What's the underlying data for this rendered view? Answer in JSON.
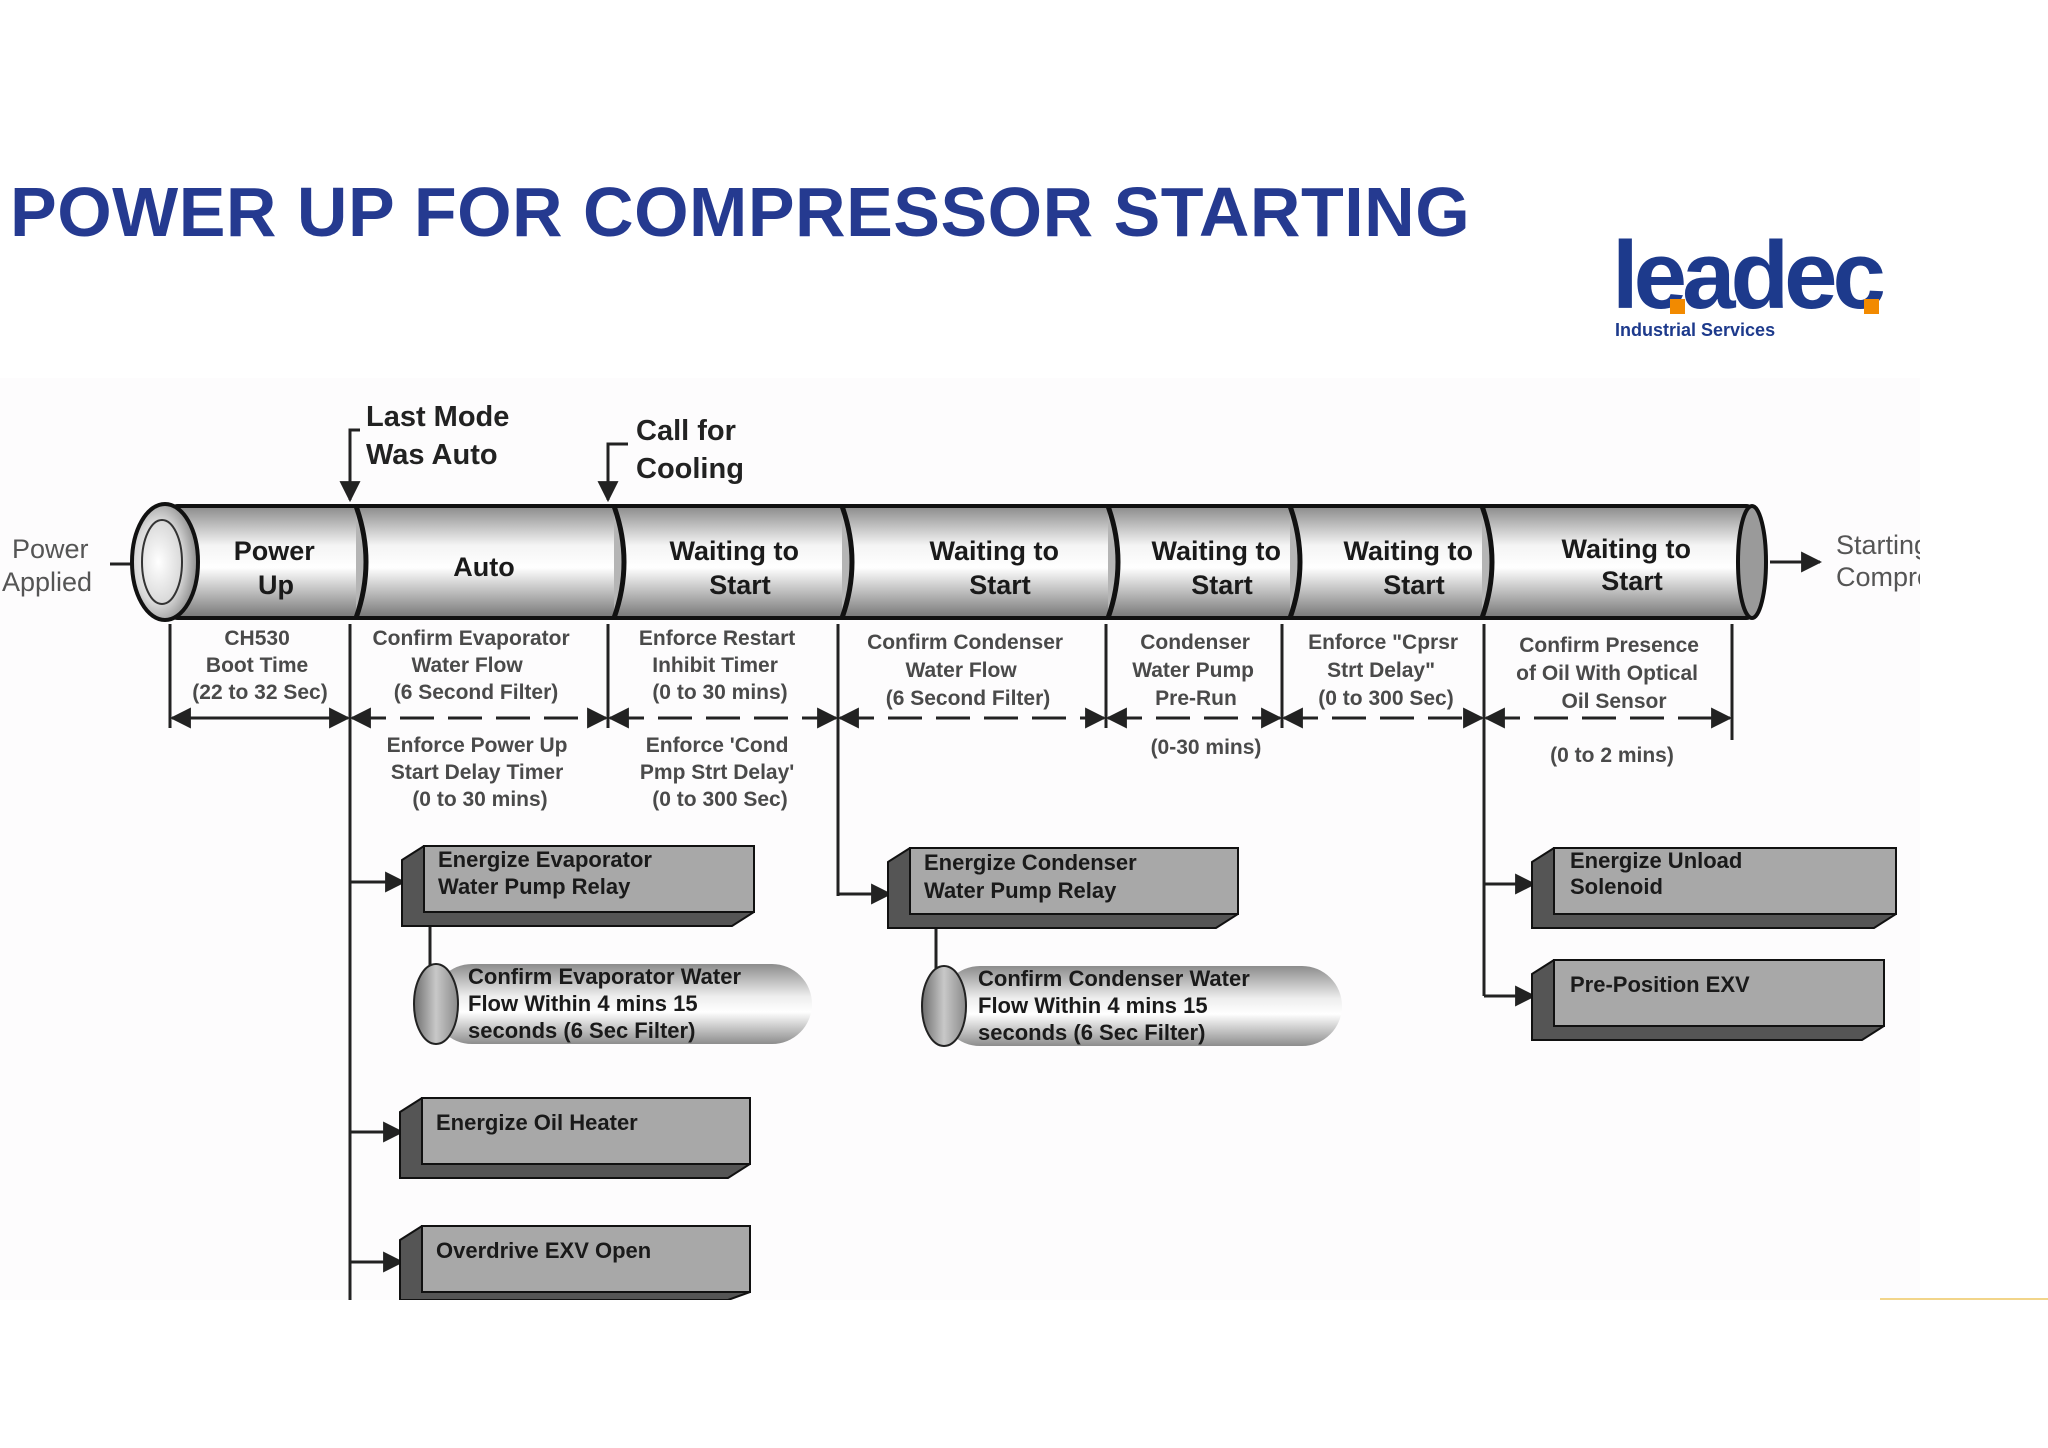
{
  "title": "POWER UP FOR COMPRESSOR STARTING",
  "logo": {
    "word": "leadec",
    "subtitle": "Industrial Services"
  },
  "colors": {
    "title": "#253a90",
    "logo": "#1d3a8c",
    "logo_accent": "#f28a00"
  },
  "triggers": {
    "last_mode": [
      "Last Mode",
      "Was Auto"
    ],
    "call_cooling": [
      "Call for",
      "Cooling"
    ]
  },
  "sides": {
    "power_applied": [
      "Power",
      "Applied"
    ],
    "starting_compressor": [
      "Starting",
      "Compressor"
    ]
  },
  "segments": [
    [
      "Power",
      "Up"
    ],
    [
      "Auto"
    ],
    [
      "Waiting to",
      "Start"
    ],
    [
      "Waiting to",
      "Start"
    ],
    [
      "Waiting to",
      "Start"
    ],
    [
      "Waiting to",
      "Start"
    ],
    [
      "Waiting to",
      "Start"
    ]
  ],
  "upper_annotations": [
    [
      "CH530",
      "Boot Time",
      "(22 to 32 Sec)"
    ],
    [
      "Confirm Evaporator",
      "Water Flow",
      "(6 Second Filter)"
    ],
    [
      "Enforce Restart",
      "Inhibit Timer",
      "(0 to 30 mins)"
    ],
    [
      "Confirm Condenser",
      "Water Flow",
      "(6 Second Filter)"
    ],
    [
      "Condenser",
      "Water Pump",
      "Pre-Run"
    ],
    [
      "Enforce \"Cprsr",
      "Strt Delay\"",
      "(0 to 300 Sec)"
    ],
    [
      "Confirm Presence",
      "of Oil With Optical",
      "Oil Sensor"
    ]
  ],
  "lower_annotations": [
    [
      "Enforce Power Up",
      "Start Delay Timer",
      "(0 to 30 mins)"
    ],
    [
      "Enforce 'Cond",
      "Pmp Strt Delay'",
      "(0 to 300 Sec)"
    ],
    [
      "(0-30 mins)"
    ],
    [
      "(0 to 2 mins)"
    ]
  ],
  "boxes": {
    "evap_relay": [
      "Energize Evaporator",
      "Water Pump Relay"
    ],
    "oil_heater": [
      "Energize Oil Heater"
    ],
    "overdrive_exv": [
      "Overdrive EXV Open"
    ],
    "cond_relay": [
      "Energize Condenser",
      "Water Pump Relay"
    ],
    "unload_solenoid": [
      "Energize Unload",
      "Solenoid"
    ],
    "preposition_exv": [
      "Pre-Position EXV"
    ]
  },
  "cylinders": {
    "evap_flow": [
      "Confirm Evaporator Water",
      "Flow  Within 4 mins 15",
      "seconds (6 Sec Filter)"
    ],
    "cond_flow": [
      "Confirm Condenser Water",
      "Flow Within 4 mins 15",
      "seconds (6 Sec Filter)"
    ]
  }
}
